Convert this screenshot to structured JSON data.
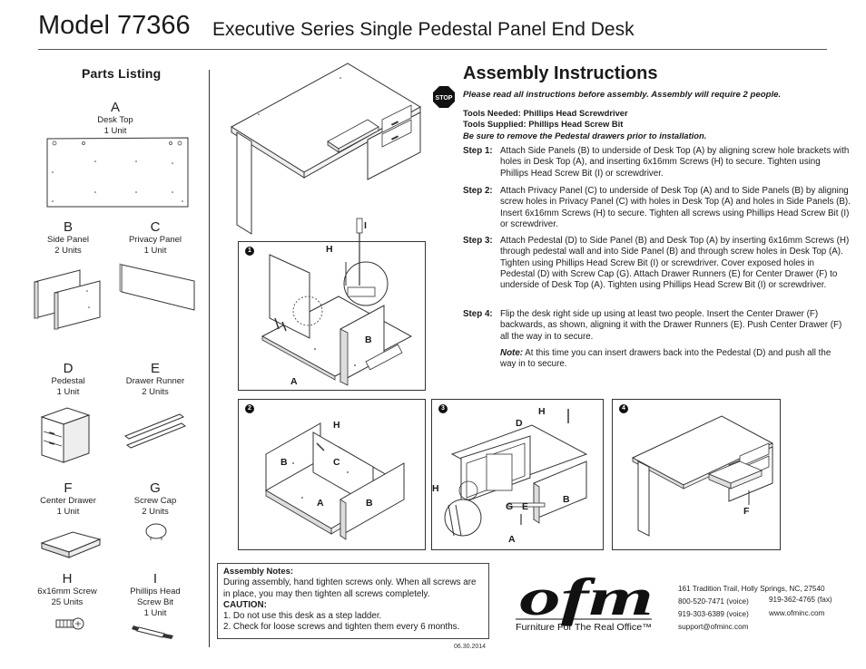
{
  "header": {
    "model": "Model 77366",
    "subtitle": "Executive Series Single Pedestal Panel End Desk"
  },
  "parts_listing": {
    "heading": "Parts Listing",
    "parts": [
      {
        "letter": "A",
        "name": "Desk Top",
        "qty": "1 Unit"
      },
      {
        "letter": "B",
        "name": "Side Panel",
        "qty": "2 Units"
      },
      {
        "letter": "C",
        "name": "Privacy Panel",
        "qty": "1 Unit"
      },
      {
        "letter": "D",
        "name": "Pedestal",
        "qty": "1 Unit"
      },
      {
        "letter": "E",
        "name": "Drawer Runner",
        "qty": "2 Units"
      },
      {
        "letter": "F",
        "name": "Center Drawer",
        "qty": "1 Unit"
      },
      {
        "letter": "G",
        "name": "Screw Cap",
        "qty": "2 Units"
      },
      {
        "letter": "H",
        "name": "6x16mm Screw",
        "qty": "25 Units"
      },
      {
        "letter": "I",
        "name": "Phillips Head",
        "name2": "Screw Bit",
        "qty": "1 Unit"
      }
    ]
  },
  "assembly": {
    "title": "Assembly Instructions",
    "stop_label": "STOP",
    "intro": "Please read all instructions before assembly. Assembly will require 2 people.",
    "tools_needed": "Tools Needed: Phillips Head Screwdriver",
    "tools_supplied": "Tools Supplied: Phillips Head Screw Bit",
    "remove_note": "Be sure to remove the Pedestal drawers prior to installation.",
    "steps": [
      {
        "label": "Step 1:",
        "text": "Attach Side Panels (B) to underside of Desk Top (A) by aligning screw hole brackets with holes in Desk Top (A), and inserting 6x16mm Screws (H) to secure. Tighten using Phillips Head Screw Bit (I) or screwdriver."
      },
      {
        "label": "Step 2:",
        "text": "Attach Privacy Panel (C) to underside of Desk Top (A) and to Side Panels (B) by aligning screw holes in Privacy Panel (C) with holes in Desk Top (A) and holes in Side Panels (B). Insert 6x16mm Screws (H) to secure. Tighten all screws using Phillips Head Screw Bit (I) or screwdriver."
      },
      {
        "label": "Step 3:",
        "text": "Attach Pedestal (D) to Side Panel (B) and Desk Top (A) by inserting 6x16mm Screws (H) through pedestal wall and into Side Panel (B) and through screw holes in Desk Top (A). Tighten using Phillips Head Screw Bit (I) or screwdriver. Cover exposed holes in Pedestal (D) with Screw Cap (G). Attach Drawer Runners (E) for Center Drawer (F) to underside of Desk Top (A). Tighten using Phillips Head Screw Bit (I) or screwdriver."
      },
      {
        "label": "Step 4:",
        "text": "Flip the desk right side up using at least two people. Insert the Center Drawer (F) backwards, as shown, aligning it with the Drawer Runners (E). Push Center Drawer (F) all the way in to secure."
      }
    ],
    "note_label": "Note:",
    "note_text": " At this time you can insert drawers back into the Pedestal (D) and push all the way in to secure."
  },
  "figures": {
    "fig1": {
      "num": "1",
      "labels": [
        "I",
        "H",
        "B",
        "A"
      ]
    },
    "fig2": {
      "num": "2",
      "labels": [
        "H",
        "B",
        "C",
        "A",
        "B"
      ]
    },
    "fig3": {
      "num": "3",
      "labels": [
        "H",
        "D",
        "H",
        "G",
        "E",
        "B",
        "A"
      ]
    },
    "fig4": {
      "num": "4",
      "labels": [
        "F"
      ]
    }
  },
  "assembly_notes": {
    "heading": "Assembly Notes:",
    "text": "During assembly, hand tighten screws only. When all screws are in place, you may then tighten all screws completely.",
    "caution_heading": "CAUTION:",
    "caution_1": "1. Do not use this desk as a step ladder.",
    "caution_2": "2. Check for loose screws and tighten them every 6 months."
  },
  "date": "06.30.2014",
  "brand": {
    "logo_text": "ofm",
    "tagline": "Furniture For The Real Office™"
  },
  "contact": {
    "address": "161 Tradition Trail,  Holly Springs, NC, 27540",
    "phone_voice_1": "800-520-7471 (voice)",
    "fax": "919-362-4765 (fax)",
    "phone_voice_2": "919-303-6389 (voice)",
    "website": "www.ofminc.com",
    "email": "support@ofminc.com"
  }
}
